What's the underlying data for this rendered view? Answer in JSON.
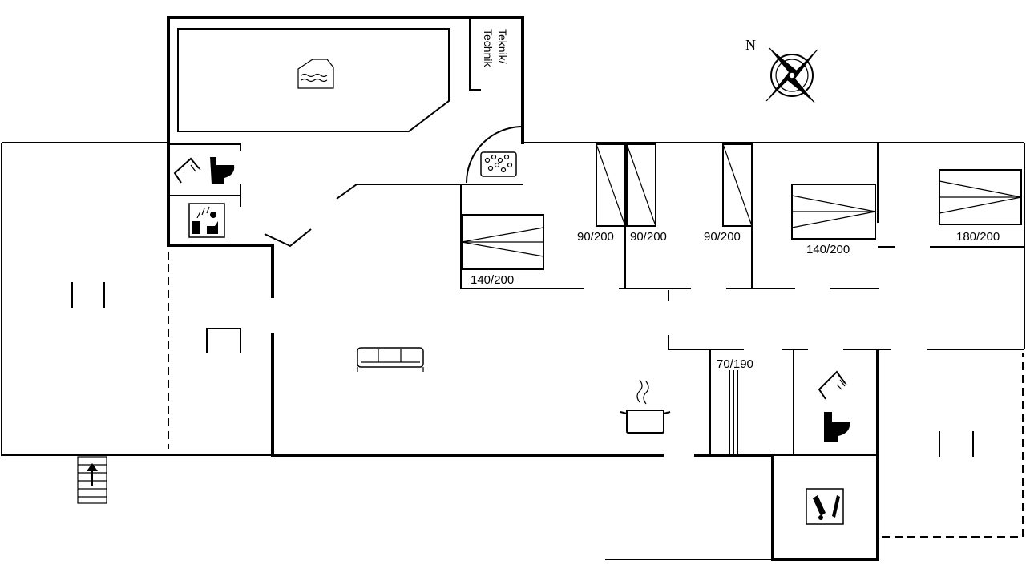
{
  "plan": {
    "compass_letter": "N",
    "tech_room_label_line1": "Teknik/",
    "tech_room_label_line2": "Technik",
    "beds": [
      {
        "id": "bed-1",
        "size": "140/200"
      },
      {
        "id": "bed-2",
        "size": "90/200"
      },
      {
        "id": "bed-3",
        "size": "90/200"
      },
      {
        "id": "bed-4",
        "size": "90/200"
      },
      {
        "id": "bed-5",
        "size": "140/200"
      },
      {
        "id": "bed-6",
        "size": "180/200"
      },
      {
        "id": "bed-7",
        "size": "70/190"
      }
    ]
  }
}
